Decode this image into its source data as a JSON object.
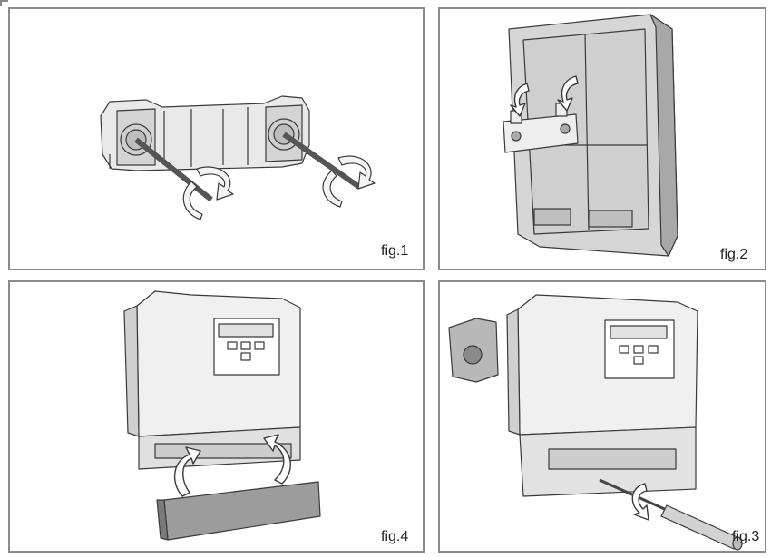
{
  "figures": [
    {
      "label": "fig.1",
      "subject": "bracket-with-screws"
    },
    {
      "label": "fig.2",
      "subject": "rear-panel-bracket-attach"
    },
    {
      "label": "fig.4",
      "subject": "front-cover-lid-insert"
    },
    {
      "label": "fig.3",
      "subject": "screwdriver-fastening"
    }
  ],
  "colors": {
    "border": "#8a8a8a",
    "line": "#3a3a3a",
    "fill_light": "#e9e9e9",
    "fill_mid": "#c8c8c8",
    "fill_dark": "#9a9a9a"
  }
}
